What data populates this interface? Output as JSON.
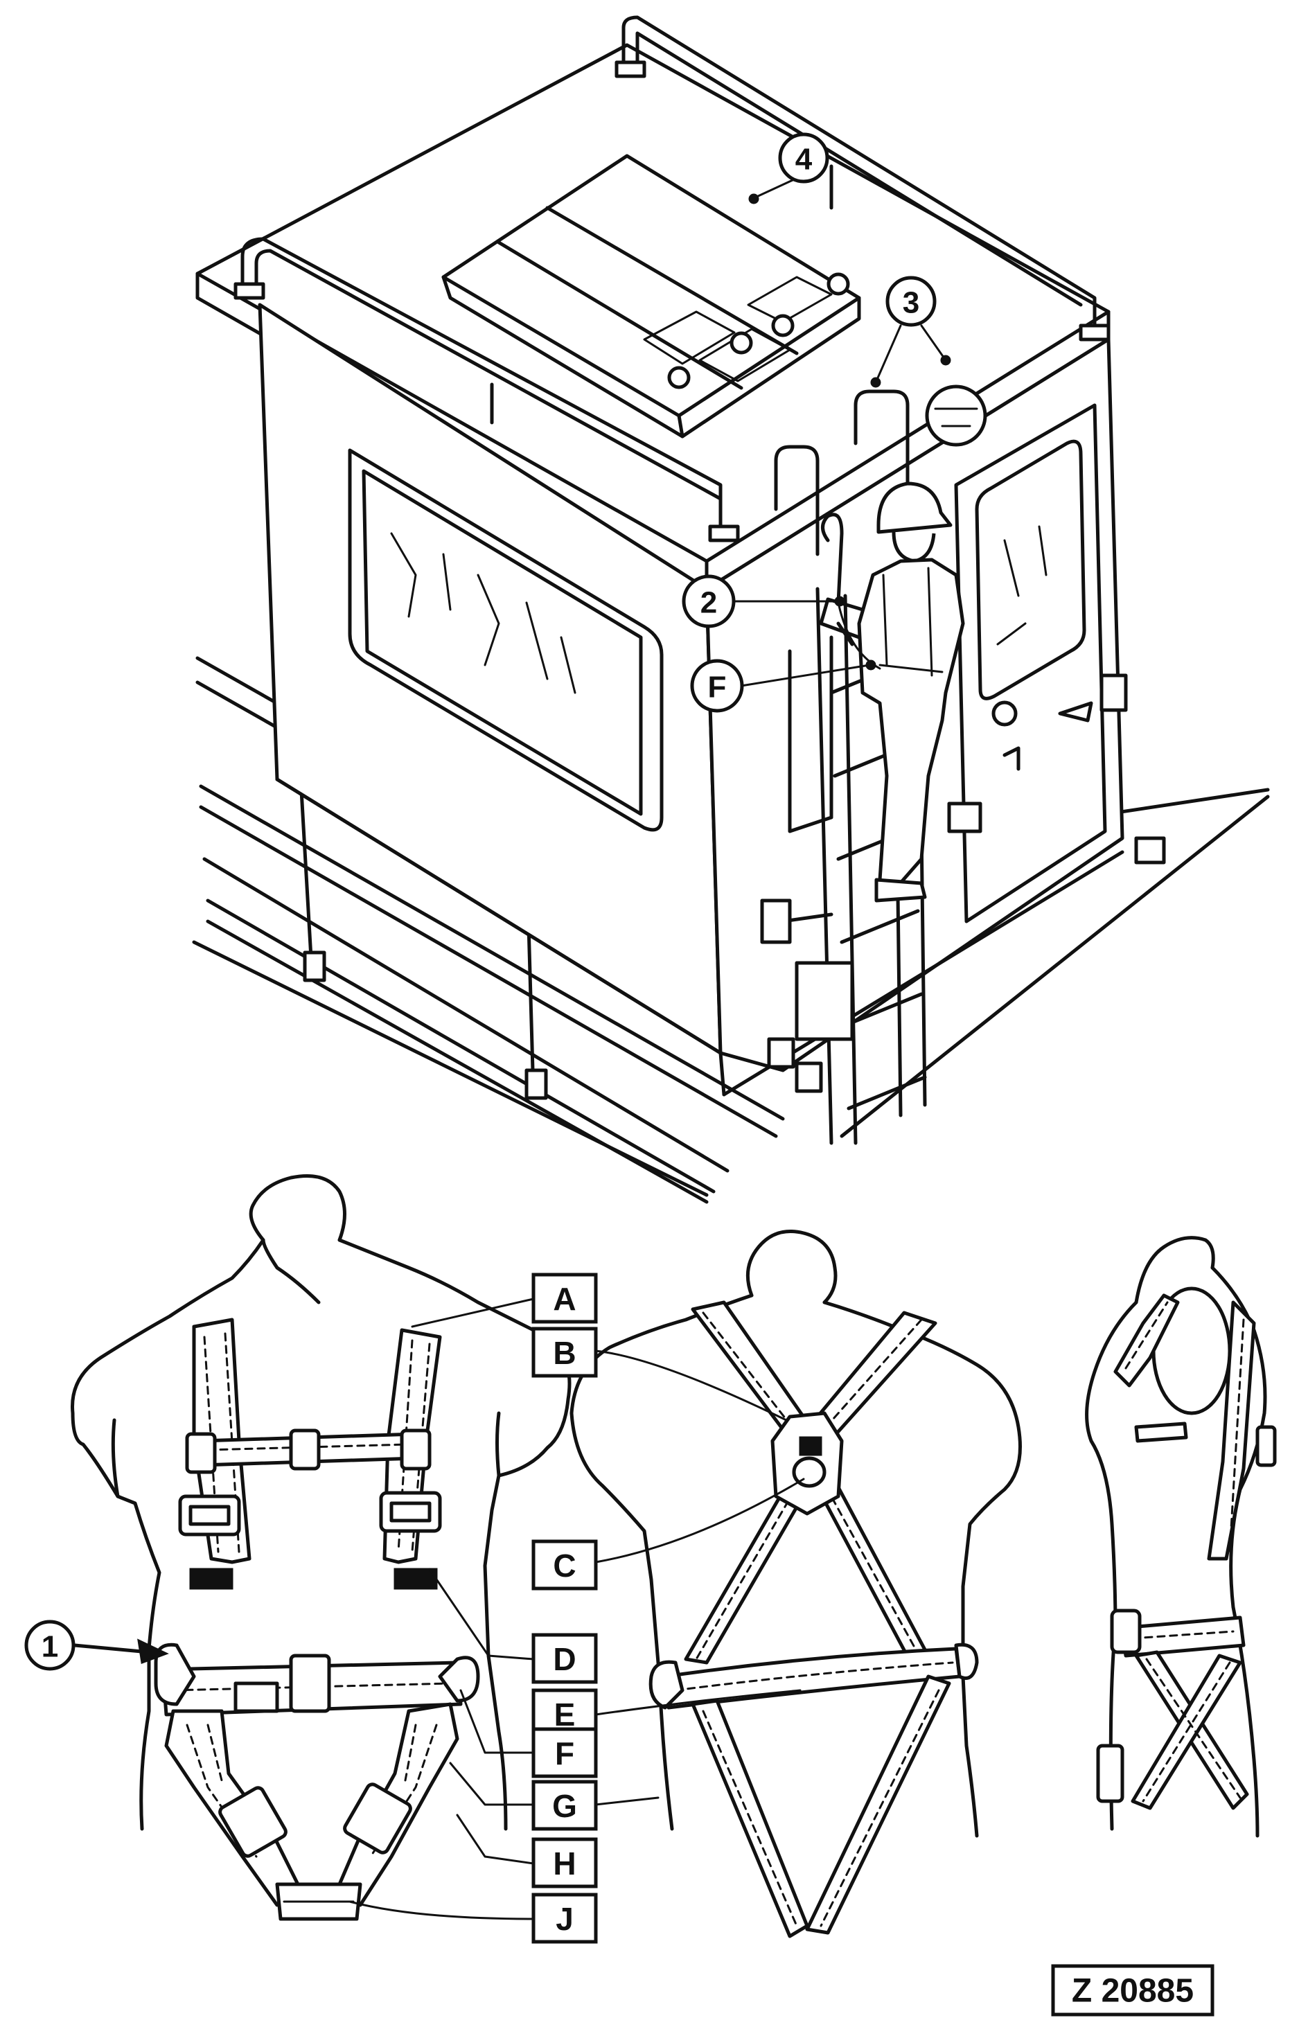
{
  "callouts": {
    "num_1": "1",
    "num_2": "2",
    "num_3": "3",
    "num_4": "4",
    "letter_F_top": "F"
  },
  "harness_labels": [
    "A",
    "B",
    "C",
    "D",
    "E",
    "F",
    "G",
    "H",
    "J"
  ],
  "figure_code": "Z 20885",
  "colors": {
    "ink": "#111111",
    "paper": "#ffffff"
  },
  "icons": [
    "cab-illustration",
    "worker-figure",
    "ladder",
    "harness-front",
    "harness-back",
    "harness-side"
  ]
}
